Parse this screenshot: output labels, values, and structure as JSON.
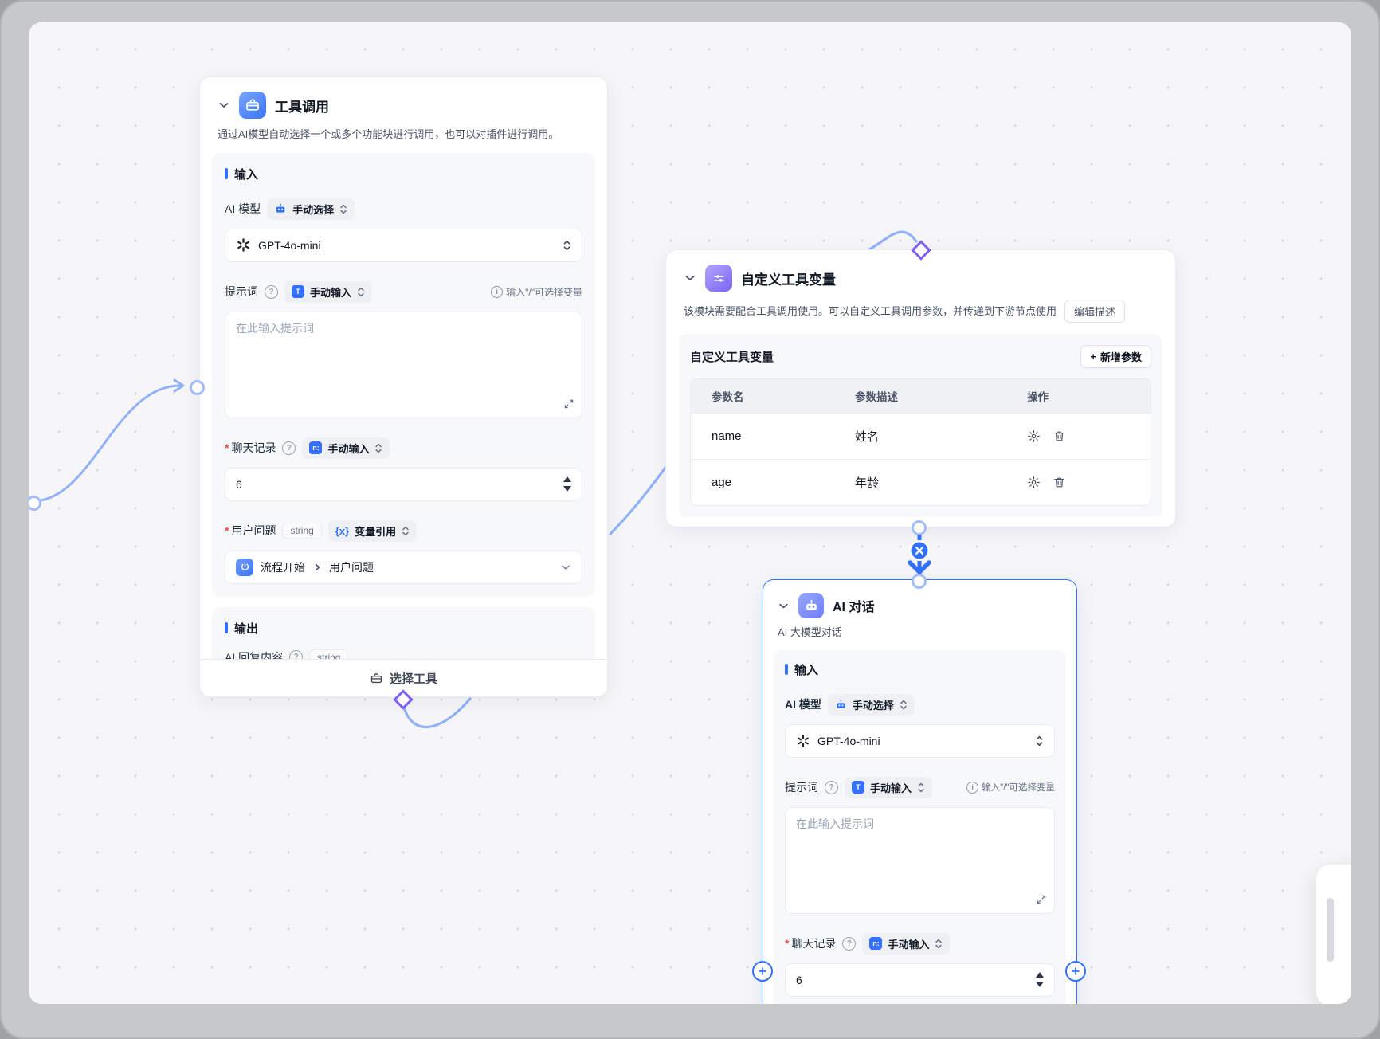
{
  "icons": {
    "question": "?",
    "info": "i",
    "var_ref_glyph": "{x}",
    "text_glyph": "T",
    "num_glyph": "n:",
    "required": "*",
    "plus": "+"
  },
  "colors": {
    "accent": "#3370ff",
    "purple": "#7d5ef8",
    "edge": "#93b2f6"
  },
  "tool_node": {
    "title": "工具调用",
    "description": "通过AI模型自动选择一个或多个功能块进行调用，也可以对插件进行调用。",
    "input_title": "输入",
    "output_title": "输出",
    "ai_model_label": "AI 模型",
    "manual_select": "手动选择",
    "model_name": "GPT-4o-mini",
    "prompt_label": "提示词",
    "manual_input": "手动输入",
    "slash_hint": "输入\"/\"可选择变量",
    "prompt_placeholder": "在此输入提示词",
    "history_label": "聊天记录",
    "history_value": "6",
    "question_label": "用户问题",
    "string_tag": "string",
    "var_ref_label": "变量引用",
    "flow_start": "流程开始",
    "flow_field": "用户问题",
    "reply_label": "AI 回复内容",
    "reply_type": "string",
    "select_tool": "选择工具"
  },
  "vars_node": {
    "title": "自定义工具变量",
    "description": "该模块需要配合工具调用使用。可以自定义工具调用参数，并传递到下游节点使用",
    "edit_desc": "编辑描述",
    "panel_title": "自定义工具变量",
    "add_param": "新增参数",
    "headers": [
      "参数名",
      "参数描述",
      "操作"
    ],
    "rows": [
      {
        "name": "name",
        "desc": "姓名"
      },
      {
        "name": "age",
        "desc": "年龄"
      }
    ]
  },
  "chat_node": {
    "title": "AI 对话",
    "description": "AI 大模型对话",
    "input_title": "输入",
    "ai_model_label": "AI 模型",
    "manual_select": "手动选择",
    "model_name": "GPT-4o-mini",
    "prompt_label": "提示词",
    "manual_input": "手动输入",
    "slash_hint": "输入\"/\"可选择变量",
    "prompt_placeholder": "在此输入提示词",
    "history_label": "聊天记录",
    "history_value": "6"
  }
}
